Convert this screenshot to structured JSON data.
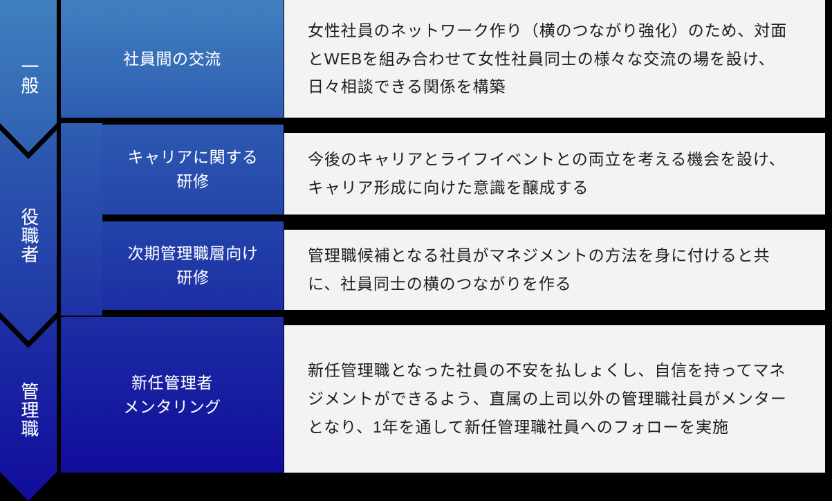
{
  "diagram": {
    "type": "tiered-program-chart",
    "colors": {
      "arrow_top": "#3f80bd",
      "arrow_bottom": "#130f9e",
      "panel_bg": "#f2f3f5",
      "panel_text": "#1b1f1b",
      "divider": "#000000",
      "label_text": "#ffffff"
    },
    "stages": [
      {
        "label": "一般"
      },
      {
        "label": "役職者"
      },
      {
        "label": "管理職"
      }
    ],
    "rows": [
      {
        "category": "社員間の交流",
        "description": "女性社員のネットワーク作り（横のつながり強化）のため、対面とWEBを組み合わせて女性社員同士の様々な交流の場を設け、日々相談できる関係を構築"
      },
      {
        "category": "キャリアに関する\n研修",
        "description": "今後のキャリアとライフイベントとの両立を考える機会を設け、キャリア形成に向けた意識を醸成する"
      },
      {
        "category": "次期管理職層向け\n研修",
        "description": "管理職候補となる社員がマネジメントの方法を身に付けると共に、社員同士の横のつながりを作る"
      },
      {
        "category": "新任管理者\nメンタリング",
        "description": "新任管理職となった社員の不安を払しょくし、自信を持ってマネジメントができるよう、直属の上司以外の管理職社員がメンターとなり、1年を通して新任管理職社員へのフォローを実施"
      }
    ]
  }
}
